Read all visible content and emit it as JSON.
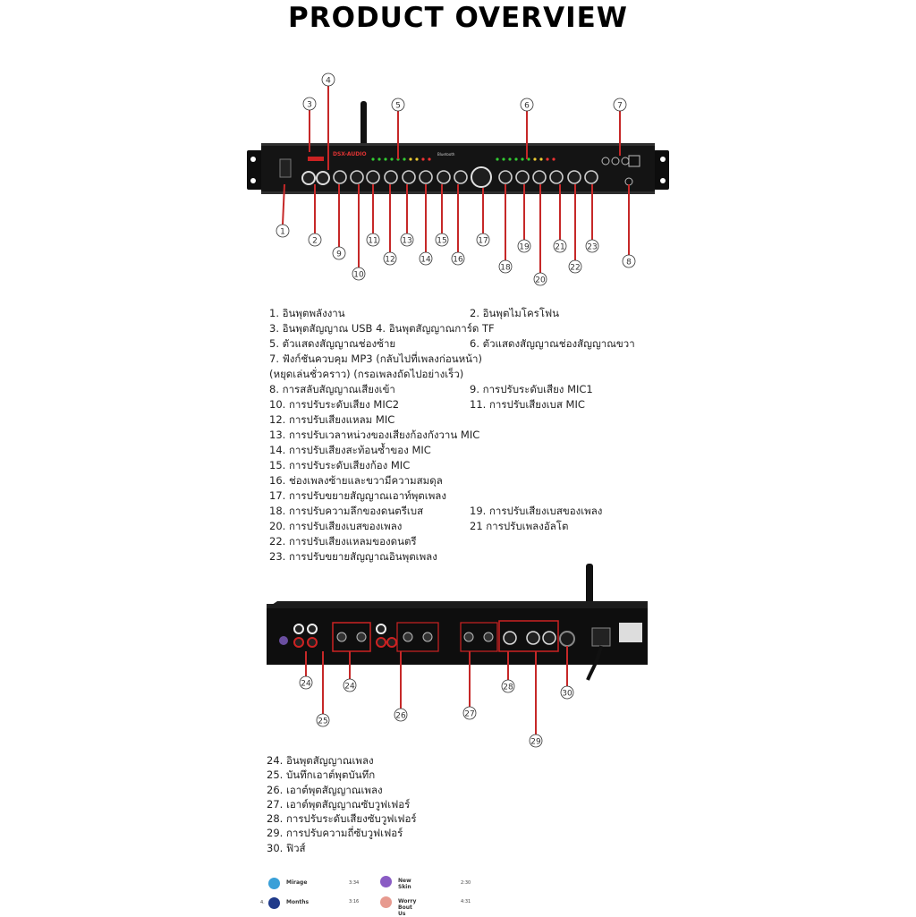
{
  "header": {
    "title": "PRODUCT OVERVIEW"
  },
  "front_panel": {
    "callouts": [
      "1",
      "2",
      "3",
      "4",
      "5",
      "6",
      "7",
      "8",
      "9",
      "10",
      "11",
      "12",
      "13",
      "14",
      "15",
      "16",
      "17",
      "18",
      "19",
      "20",
      "21",
      "22",
      "23"
    ]
  },
  "front_descriptions": [
    {
      "left": "1. อินพุตพลังงาน",
      "right": "2. อินพุตไมโครโฟน"
    },
    {
      "left": "3. อินพุตสัญญาณ USB 4. อินพุตสัญญาณการ์ด TF",
      "right": ""
    },
    {
      "left": "5. ตัวแสดงสัญญาณช่องซ้าย",
      "right": "6. ตัวแสดงสัญญาณช่องสัญญาณขวา"
    },
    {
      "left": "7. ฟังก์ชันควบคุม MP3 (กลับไปที่เพลงก่อนหน้า)",
      "right": ""
    },
    {
      "left": "   (หยุดเล่นชั่วคราว) (กรอเพลงถัดไปอย่างเร็ว)",
      "right": ""
    },
    {
      "left": "8. การสลับสัญญาณเสียงเข้า",
      "right": "9. การปรับระดับเสียง MIC1"
    },
    {
      "left": "10. การปรับระดับเสียง MIC2",
      "right": "11. การปรับเสียงเบส MIC"
    },
    {
      "left": "12. การปรับเสียงแหลม MIC",
      "right": ""
    },
    {
      "left": "13. การปรับเวลาหน่วงของเสียงก้องกังวาน MIC",
      "right": ""
    },
    {
      "left": "14. การปรับเสียงสะท้อนซ้ำของ MIC",
      "right": ""
    },
    {
      "left": "15. การปรับระดับเสียงก้อง MIC",
      "right": ""
    },
    {
      "left": "16. ช่องเพลงซ้ายและขวามีความสมดุล",
      "right": ""
    },
    {
      "left": "17. การปรับขยายสัญญาณเอาท์พุตเพลง",
      "right": ""
    },
    {
      "left": "18. การปรับความลึกของดนตรีเบส",
      "right": "19. การปรับเสียงเบสของเพลง"
    },
    {
      "left": "20. การปรับเสียงเบสของเพลง",
      "right": "21 การปรับเพลงอัลโต"
    },
    {
      "left": "22. การปรับเสียงแหลมของดนตรี",
      "right": ""
    },
    {
      "left": "23. การปรับขยายสัญญาณอินพุตเพลง",
      "right": ""
    }
  ],
  "rear_panel": {
    "callouts": [
      "24",
      "24",
      "25",
      "26",
      "27",
      "28",
      "29",
      "30"
    ]
  },
  "rear_descriptions": [
    "24. อินพุตสัญญาณเพลง",
    "25. บันทึกเอาต์พุตบันทึก",
    "26. เอาต์พุตสัญญาณเพลง",
    "27. เอาต์พุตสัญญาณซับวูฟเฟอร์",
    "28. การปรับระดับเสียงซับวูฟเฟอร์",
    "29. การปรับความถี่ซับวูฟเฟอร์",
    "30. ฟิวส์"
  ],
  "device_labels": {
    "brand": "DSX-AUDIO",
    "bluetooth": "Bluetooth"
  },
  "playlist": [
    {
      "title": "Mirage",
      "time": "3:34",
      "color": "#3aa0d8"
    },
    {
      "title": "New Skin",
      "time": "2:30",
      "color": "#8a5cc4"
    },
    {
      "title": "Months",
      "time": "3:16",
      "color": "#1f3a8a",
      "index": "4."
    },
    {
      "title": "Worry Bout Us",
      "time": "4:31",
      "color": "#e79a8f"
    }
  ]
}
